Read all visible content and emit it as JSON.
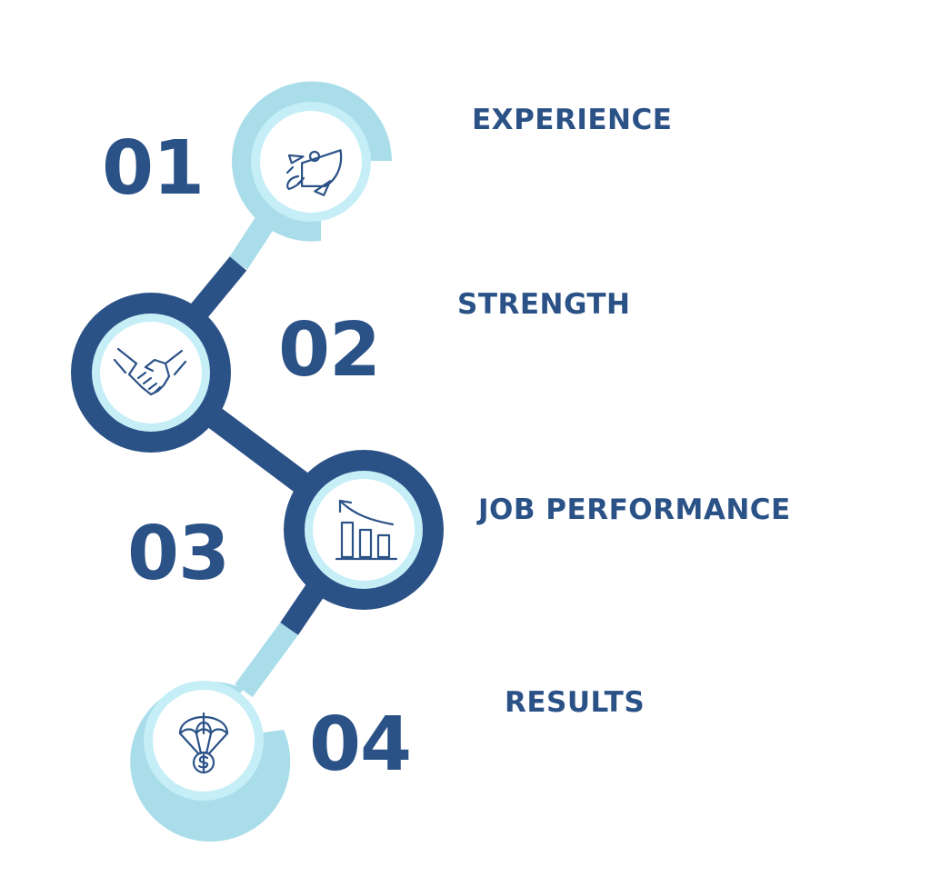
{
  "steps": [
    {
      "number": "01",
      "label": "EXPERIENCE",
      "icon": "rocket-icon"
    },
    {
      "number": "02",
      "label": "STRENGTH",
      "icon": "handshake-icon"
    },
    {
      "number": "03",
      "label": "JOB PERFORMANCE",
      "icon": "growth-chart-icon"
    },
    {
      "number": "04",
      "label": "RESULTS",
      "icon": "parachute-dollar-icon"
    }
  ],
  "colors": {
    "dark_blue": "#2b5287",
    "light_blue": "#a8dde9",
    "pale_blue": "#c5eef7",
    "white": "#ffffff"
  }
}
